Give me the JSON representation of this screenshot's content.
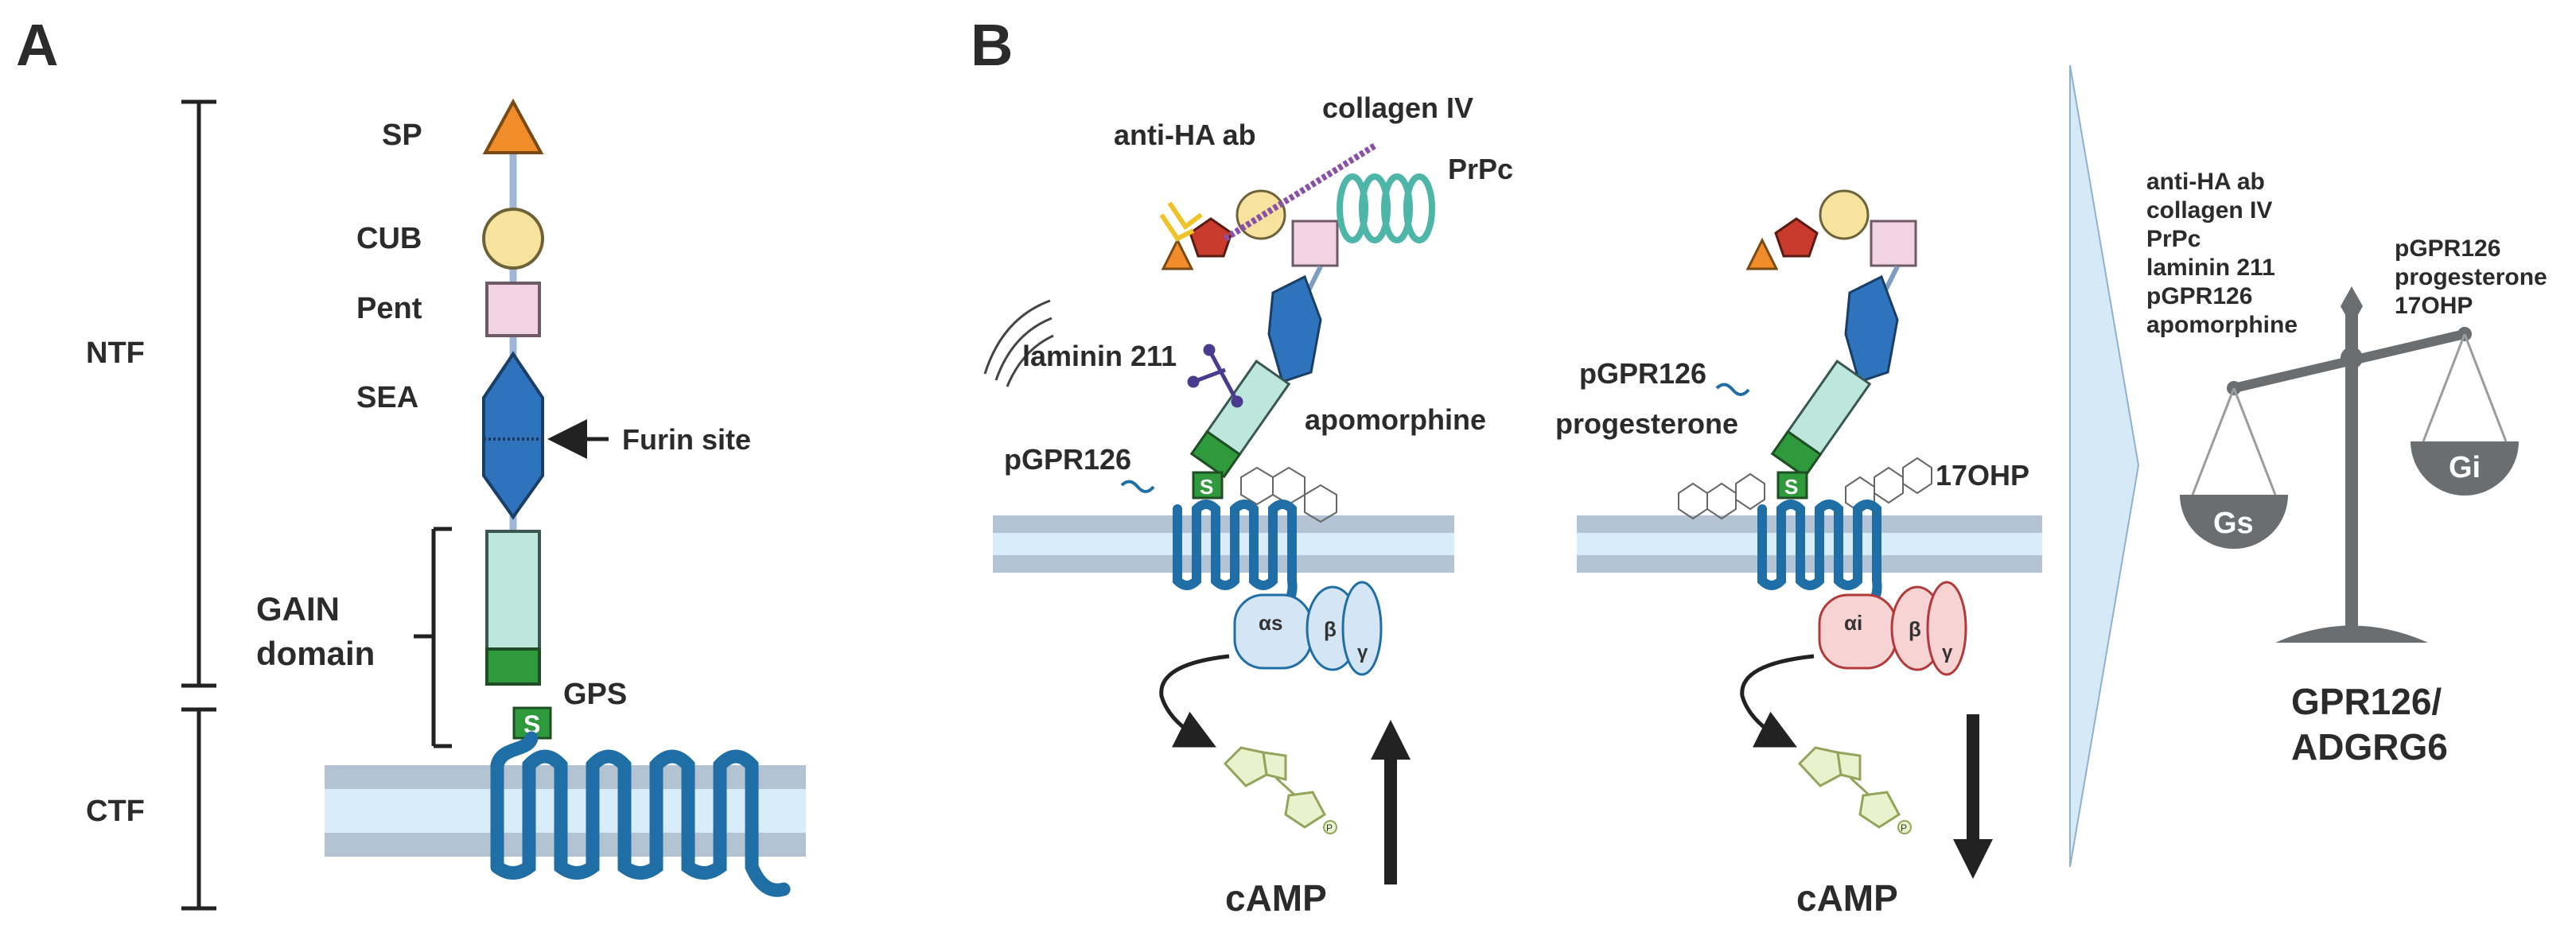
{
  "colors": {
    "membrane": "#b3c3d3",
    "membrane_inner": "#d9ecfa",
    "receptor_blue": "#1f6fa6",
    "sp_orange": "#f08c2a",
    "cub_yellow": "#f7e39e",
    "pent_pink": "#f2d3e4",
    "sea_blue": "#2f73bd",
    "gain_mint": "#bde6dd",
    "gps_green": "#2e9a3c",
    "gs_blue": "#d4e6f6",
    "gi_pink": "#f8d3d3",
    "scale_grey": "#6b6e70",
    "panel_arrow": "#d6e9f7"
  },
  "panelA": {
    "letter": "A",
    "domains": {
      "sp": "SP",
      "cub": "CUB",
      "pent": "Pent",
      "sea": "SEA",
      "furin": "Furin site",
      "gain_line1": "GAIN",
      "gain_line2": "domain",
      "gps": "GPS",
      "gps_tag": "S"
    },
    "regions": {
      "ntf": "NTF",
      "ctf": "CTF"
    }
  },
  "panelB": {
    "letter": "B",
    "gs_side": {
      "ligands": {
        "anti_ha": "anti-HA ab",
        "collagen": "collagen IV",
        "prpc": "PrPc",
        "laminin": "laminin 211",
        "apomorphine": "apomorphine",
        "pgpr126": "pGPR126"
      },
      "gps_tag": "S",
      "alpha": "αs",
      "beta": "β",
      "gamma": "γ",
      "camp": "cAMP",
      "camp_direction": "increase",
      "p_tag": "P"
    },
    "gi_side": {
      "ligands": {
        "pgpr126": "pGPR126",
        "progesterone": "progesterone",
        "ohp": "17OHP"
      },
      "gps_tag": "S",
      "alpha": "αi",
      "beta": "β",
      "gamma": "γ",
      "camp": "cAMP",
      "camp_direction": "decrease",
      "p_tag": "P"
    },
    "balance": {
      "gs_list": [
        "anti-HA ab",
        "collagen IV",
        "PrPc",
        "laminin 211",
        "pGPR126",
        "apomorphine"
      ],
      "gi_list": [
        "pGPR126",
        "progesterone",
        "17OHP"
      ],
      "gs_pan": "Gs",
      "gi_pan": "Gi",
      "name_line1": "GPR126/",
      "name_line2": "ADGRG6"
    }
  }
}
